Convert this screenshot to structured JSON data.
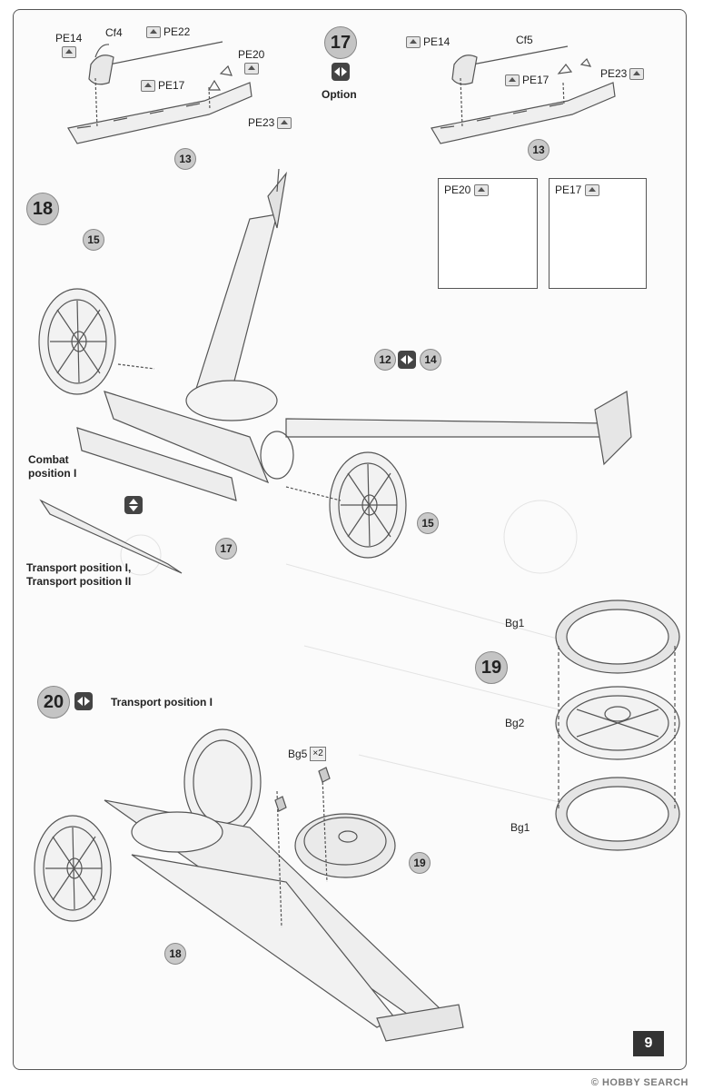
{
  "page_number": "9",
  "watermark": "© HOBBY SEARCH",
  "step17": {
    "number": "17",
    "option_label": "Option",
    "left": {
      "parts": [
        "PE14",
        "Cf4",
        "PE22",
        "PE20",
        "PE17",
        "PE23"
      ],
      "callout": "13"
    },
    "right": {
      "parts": [
        "PE14",
        "Cf5",
        "PE17",
        "PE23"
      ],
      "callout": "13"
    },
    "detail_boxes": [
      {
        "title": "PE20"
      },
      {
        "title": "PE17"
      }
    ]
  },
  "step18": {
    "number": "18",
    "callouts": [
      "15",
      "12",
      "14",
      "15",
      "17"
    ],
    "combat_label": "Combat\nposition I",
    "transport_label": "Transport position I,\nTransport position II"
  },
  "step19": {
    "number": "19",
    "parts": [
      "Bg1",
      "Bg2",
      "Bg1"
    ]
  },
  "step20": {
    "number": "20",
    "subtitle": "Transport position I",
    "part": "Bg5",
    "qty": "2",
    "callouts": [
      "19",
      "18"
    ]
  },
  "colors": {
    "accent": "#c4c4c4",
    "line": "#555555",
    "page_num_bg": "#333333"
  }
}
